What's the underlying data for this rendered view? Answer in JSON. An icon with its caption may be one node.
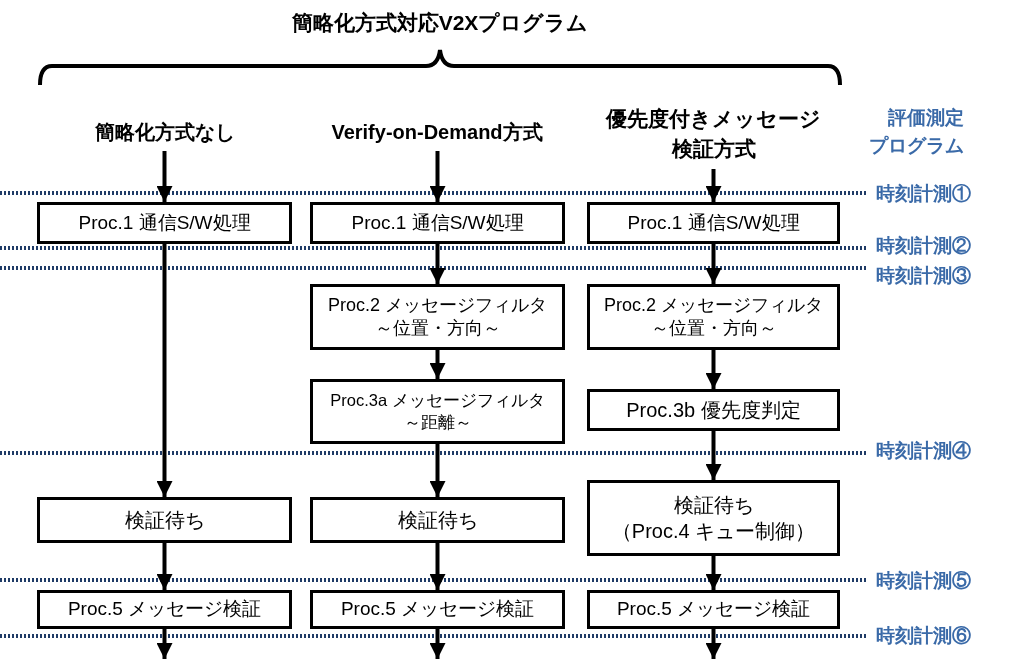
{
  "diagram": {
    "title": "簡略化方式対応V2Xプログラム",
    "nodes": [
      {
        "text": [
          "簡略化方式なし"
        ]
      },
      {
        "text": [
          "Verify-on-Demand方式"
        ]
      },
      {
        "text": [
          "優先度付きメッセージ検証方式"
        ]
      },
      {
        "text": [
          "Proc.1 通信S/W処理"
        ]
      },
      {
        "text": [
          "Proc.1 通信S/W処理"
        ]
      },
      {
        "text": [
          "Proc.1 通信S/W処理"
        ]
      },
      {
        "text": [
          "Proc.2 メッセージフィルタ～位置・方向～"
        ]
      },
      {
        "text": [
          "Proc.2 メッセージフィルタ～位置・方向～"
        ]
      },
      {
        "text": [
          "Proc.3a メッセージフィルタ～距離～"
        ]
      },
      {
        "text": [
          "Proc.3b 優先度判定"
        ]
      },
      {
        "text": [
          "検証待ち"
        ]
      },
      {
        "text": [
          "検証待ち"
        ]
      },
      {
        "text": [
          "検証待ち",
          "（Proc.4 キュー制御）"
        ]
      },
      {
        "text": [
          "Proc.5 メッセージ検証"
        ]
      },
      {
        "text": [
          "Proc.5 メッセージ検証"
        ]
      },
      {
        "text": [
          "Proc.5 メッセージ検証"
        ]
      }
    ],
    "edges": [
      {
        "from": 0,
        "to": 3,
        "arrow": "to"
      },
      {
        "from": 3,
        "to": 10,
        "arrow": "to"
      },
      {
        "from": 10,
        "to": 13,
        "arrow": "to"
      },
      {
        "from": 13,
        "to": null,
        "arrow": "to"
      },
      {
        "from": 1,
        "to": 4,
        "arrow": "to"
      },
      {
        "from": 4,
        "to": 6,
        "arrow": "to"
      },
      {
        "from": 6,
        "to": 8,
        "arrow": "to"
      },
      {
        "from": 8,
        "to": 11,
        "arrow": "to"
      },
      {
        "from": 11,
        "to": 14,
        "arrow": "to"
      },
      {
        "from": 14,
        "to": null,
        "arrow": "to"
      },
      {
        "from": 2,
        "to": 5,
        "arrow": "to"
      },
      {
        "from": 5,
        "to": 7,
        "arrow": "to"
      },
      {
        "from": 7,
        "to": 9,
        "arrow": "to"
      },
      {
        "from": 9,
        "to": 12,
        "arrow": "to"
      },
      {
        "from": 12,
        "to": 15,
        "arrow": "to"
      },
      {
        "from": 15,
        "to": null,
        "arrow": "to"
      }
    ],
    "labels": [
      "評価測定プログラム",
      "時刻計測①",
      "時刻計測②",
      "時刻計測③",
      "時刻計測④",
      "時刻計測⑤",
      "時刻計測⑥"
    ]
  }
}
